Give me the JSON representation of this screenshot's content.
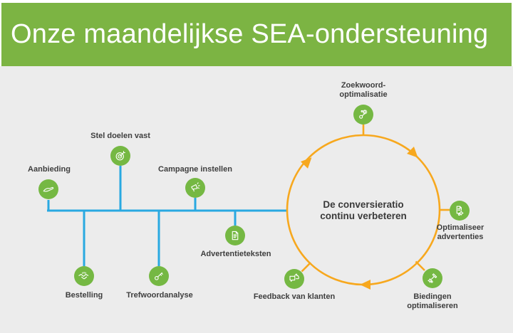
{
  "header": {
    "title": "Onze maandelijkse SEA-ondersteuning"
  },
  "diagram": {
    "timeline": {
      "above": [
        {
          "label": "Aanbieding",
          "icon": "hand-icon"
        },
        {
          "label": "Stel doelen vast",
          "icon": "target-icon"
        },
        {
          "label": "Campagne instellen",
          "icon": "megaphone-icon"
        }
      ],
      "below": [
        {
          "label": "Bestelling",
          "icon": "handshake-icon"
        },
        {
          "label": "Trefwoordanalyse",
          "icon": "key-icon"
        },
        {
          "label": "Advertentieteksten",
          "icon": "document-icon"
        }
      ]
    },
    "cycle": {
      "center": {
        "line1": "De conversieratio",
        "line2": "continu verbeteren"
      },
      "direction": "clockwise",
      "steps": [
        {
          "line1": "Zoekwoord-",
          "line2": "optimalisatie",
          "icon": "keyword-gear-icon"
        },
        {
          "line1": "Optimaliseer",
          "line2": "advertenties",
          "icon": "document-gear-icon"
        },
        {
          "line1": "Biedingen",
          "line2": "optimaliseren",
          "icon": "gavel-gear-icon"
        },
        {
          "line1": "Feedback van klanten",
          "line2": "",
          "icon": "feedback-thumbs-up-icon"
        }
      ]
    }
  },
  "colors": {
    "header_green": "#7cb443",
    "icon_green": "#75b843",
    "timeline_blue": "#29a9e1",
    "cycle_orange": "#f7a81e",
    "background_gray": "#ececec",
    "text_dark": "#3e3e3e",
    "title_white": "#ffffff"
  }
}
